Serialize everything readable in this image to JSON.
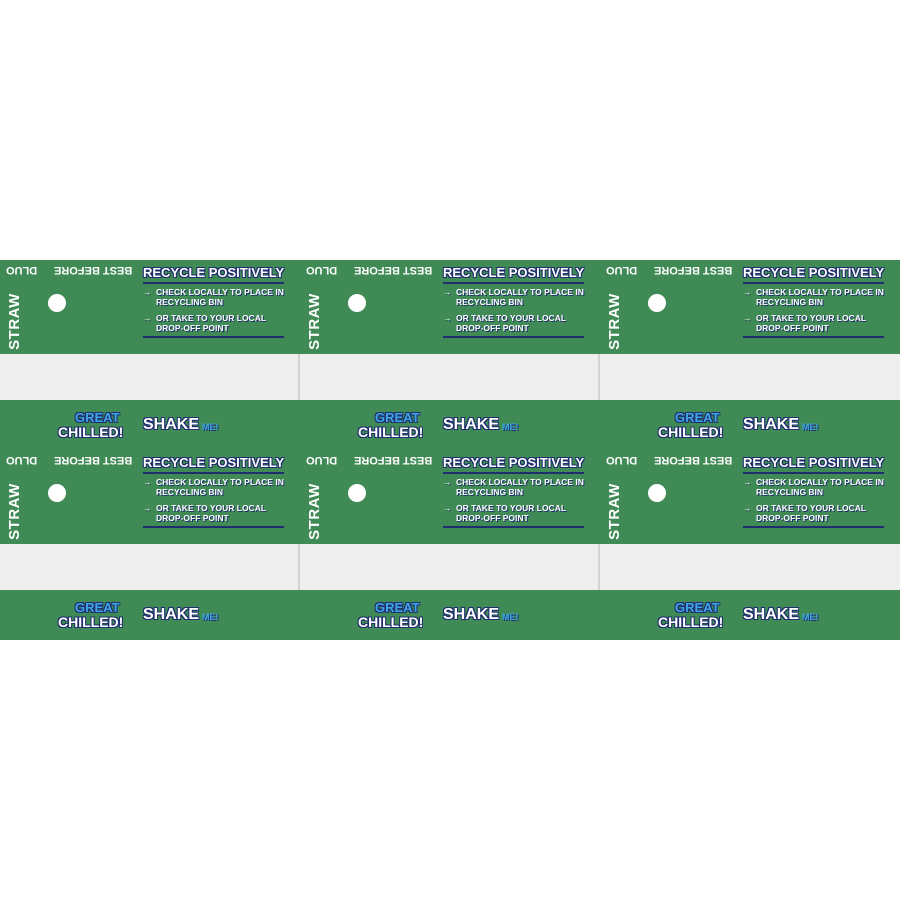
{
  "label": {
    "straw": "STRAW",
    "dluo": "DLUO",
    "best_before": "BEST BEFORE",
    "recycle_title": "RECYCLE POSITIVELY",
    "recycle_item_1_line_1": "CHECK LOCALLY TO PLACE IN",
    "recycle_item_1_line_2": "RECYCLING BIN",
    "recycle_item_2_line_1": "OR TAKE TO YOUR LOCAL",
    "recycle_item_2_line_2": "DROP-OFF POINT",
    "arrow": "→",
    "great": "GREAT",
    "chilled": "CHILLED!",
    "shake": "SHAKE",
    "me": "ME!"
  },
  "colors": {
    "green": "#3f8a55",
    "navy": "#1e2e6e",
    "light_blue": "#3fa6e6",
    "gray_band": "#eeeeee"
  }
}
